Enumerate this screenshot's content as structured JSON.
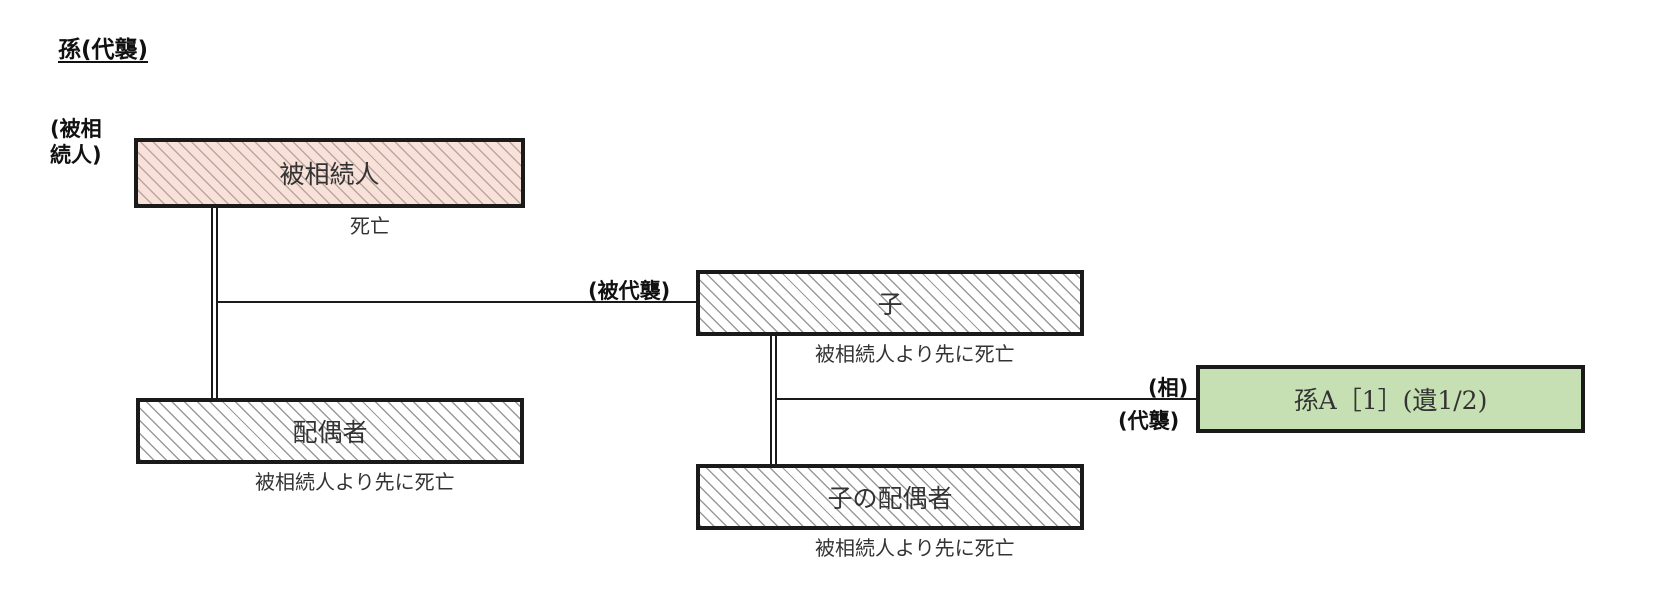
{
  "title": "孫(代襲)",
  "nodes": {
    "decedent": {
      "label": "被相続人",
      "note": "死亡",
      "role": "(被相\n続人)"
    },
    "spouse": {
      "label": "配偶者",
      "note": "被相続人より先に死亡"
    },
    "child": {
      "label": "子",
      "note": "被相続人より先に死亡",
      "role": "(被代襲)"
    },
    "child_spouse": {
      "label": "子の配偶者",
      "note": "被相続人より先に死亡"
    },
    "grandchild": {
      "label": "孫A［1］(遺1/2)",
      "role_line1": "(相)",
      "role_line2": "(代襲)"
    }
  },
  "colors": {
    "decedent_fill": "#f7e1d8",
    "heir_fill": "#c6e0b4",
    "hatch": "#9a9a9a",
    "border": "#1a1a1a"
  }
}
